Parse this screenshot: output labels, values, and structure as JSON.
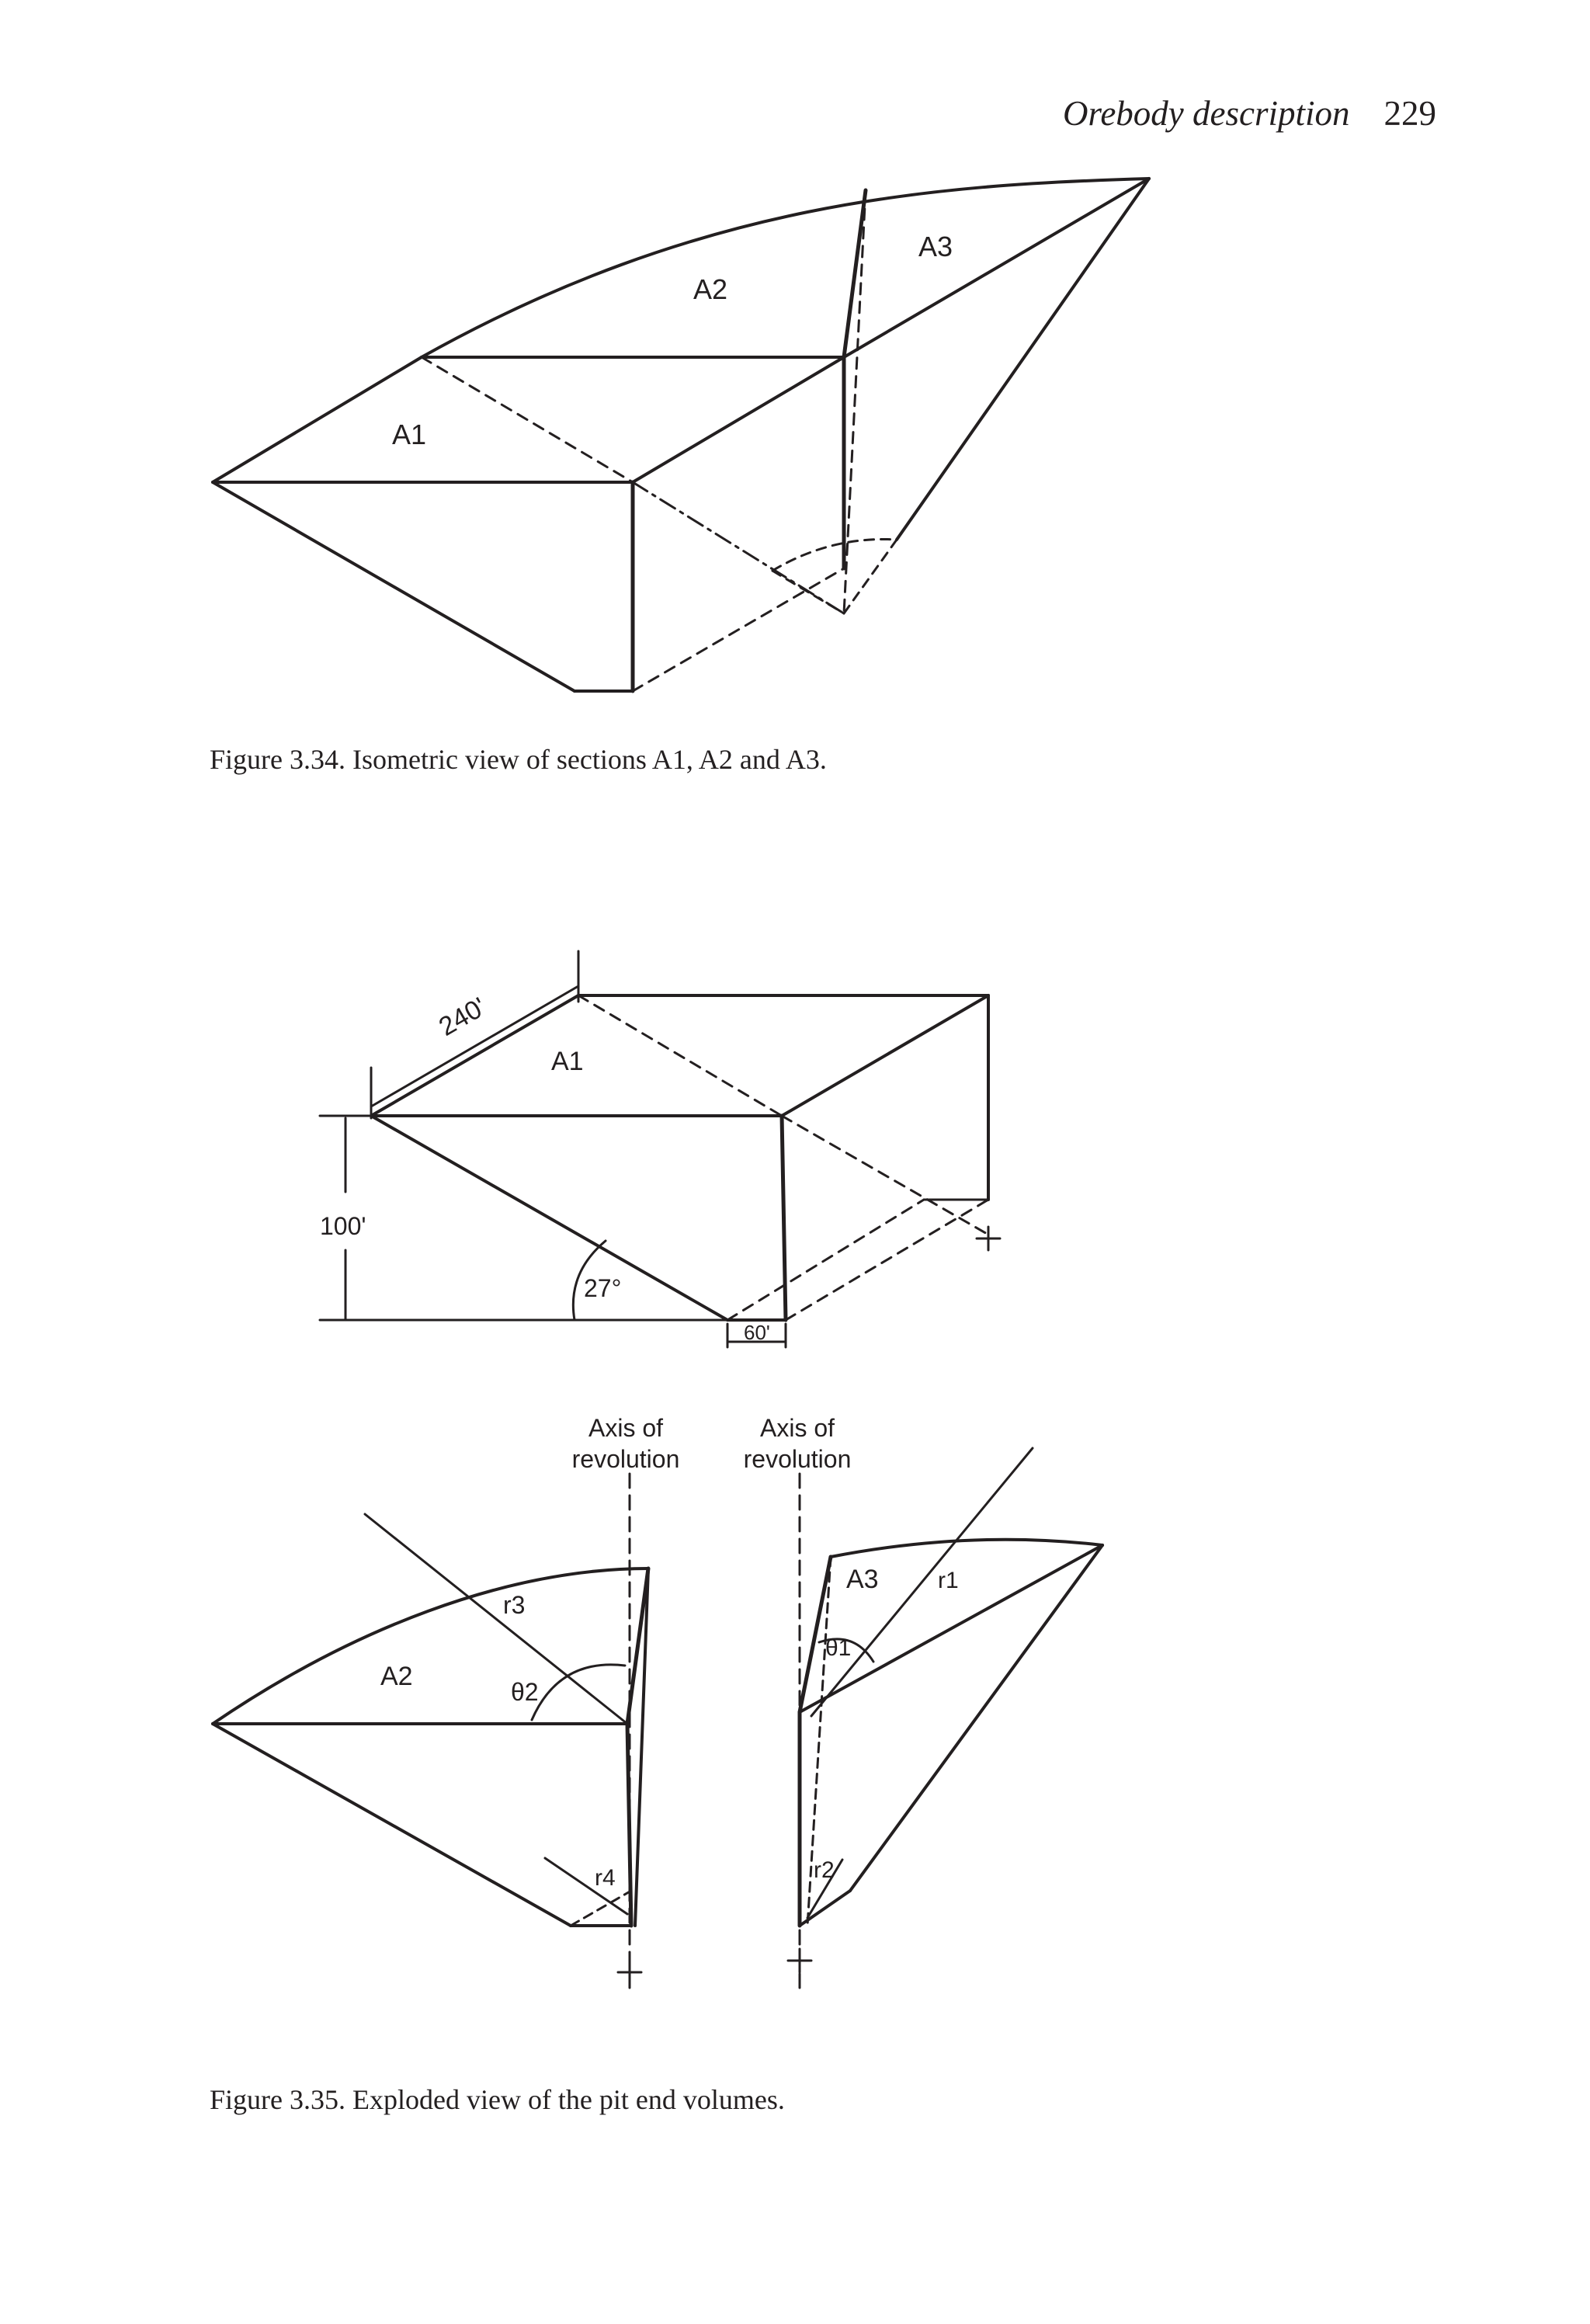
{
  "header": {
    "section_title": "Orebody description",
    "page_number": "229"
  },
  "figure_3_34": {
    "caption": "Figure 3.34.  Isometric view of sections A1, A2 and A3.",
    "labels": {
      "a1": "A1",
      "a2": "A2",
      "a3": "A3"
    }
  },
  "figure_3_35": {
    "caption": "Figure 3.35.  Exploded view of the pit end volumes.",
    "dimensions": {
      "length": "240'",
      "height": "100'",
      "angle": "27°",
      "width": "60'"
    },
    "labels": {
      "a1": "A1",
      "a2": "A2",
      "a3": "A3",
      "axis_left": "Axis of revolution",
      "axis_right": "Axis of revolution",
      "theta1": "θ1",
      "theta2": "θ2",
      "r1": "r1",
      "r2": "r2",
      "r3": "r3",
      "r4": "r4"
    }
  }
}
